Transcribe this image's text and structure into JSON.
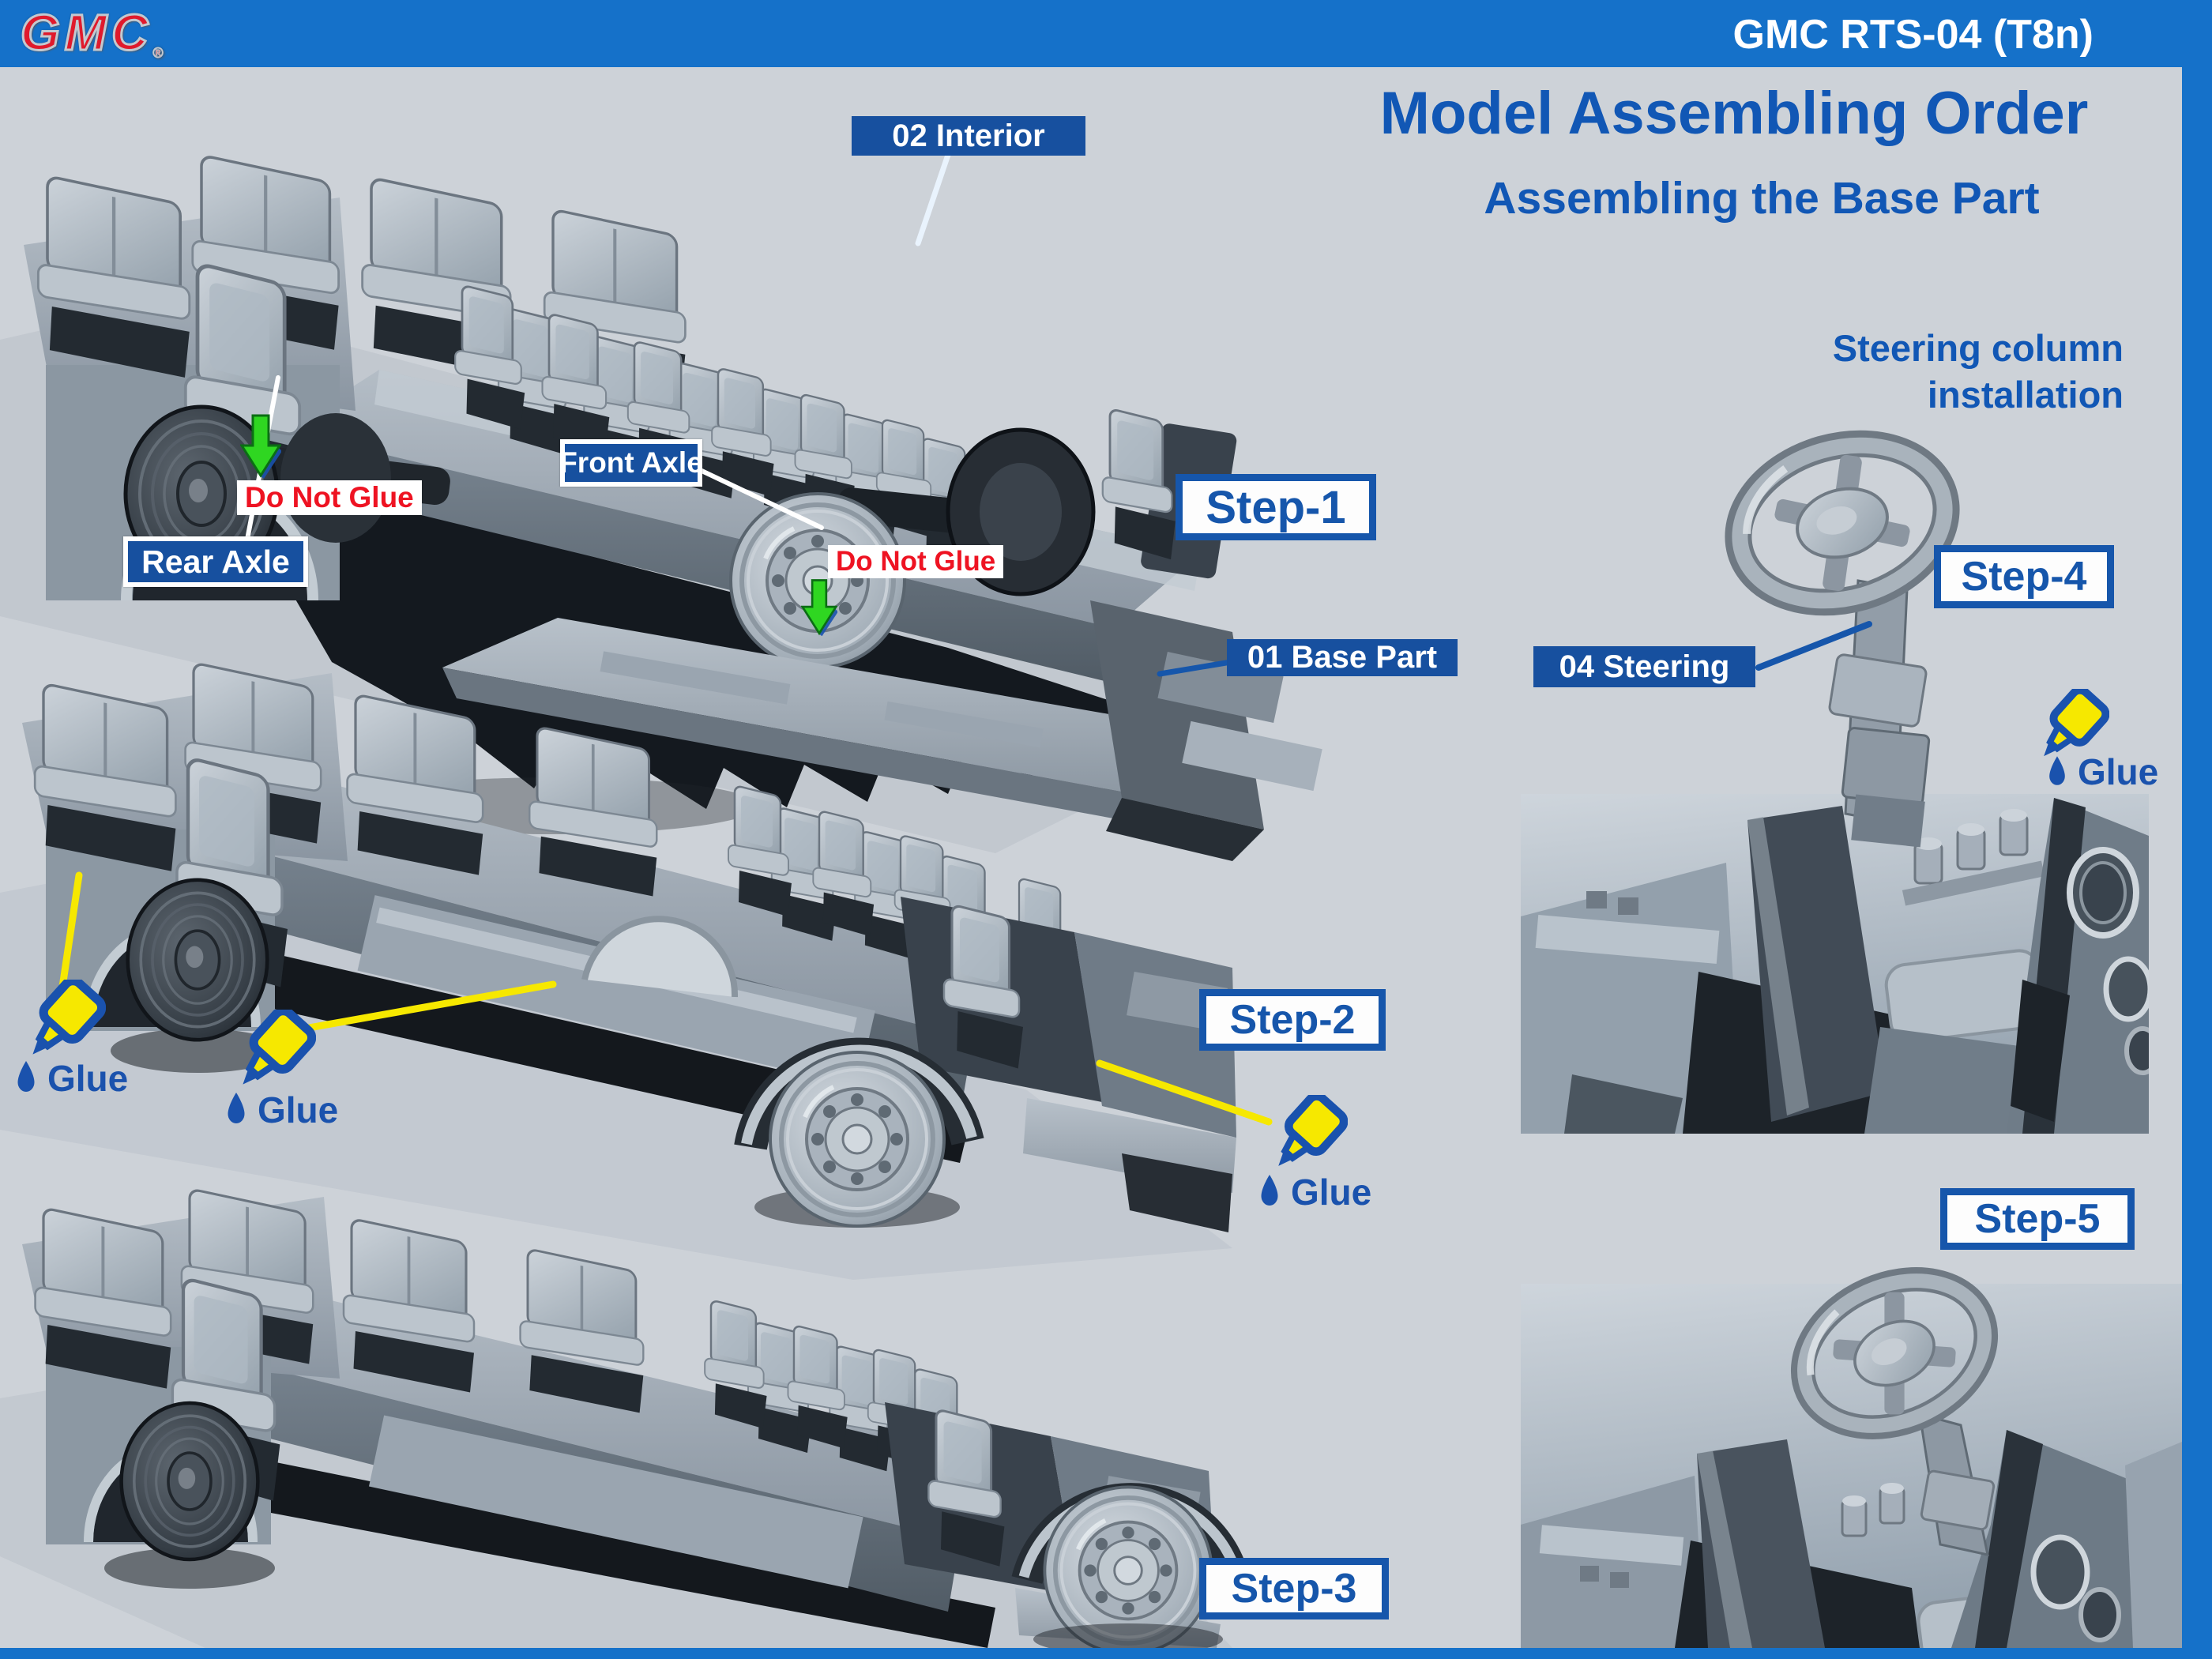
{
  "header": {
    "brand": "GMC",
    "registered": "®",
    "model_title": "GMC RTS-04 (T8n)"
  },
  "titles": {
    "main": "Model Assembling Order",
    "subtitle": "Assembling the Base Part",
    "steering_note_line1": "Steering column",
    "steering_note_line2": "installation"
  },
  "step_labels": {
    "step1": "Step-1",
    "step2": "Step-2",
    "step3": "Step-3",
    "step4": "Step-4",
    "step5": "Step-5"
  },
  "part_labels": {
    "interior": "02 Interior",
    "front_axle": "Front Axle",
    "rear_axle": "Rear Axle",
    "base_part": "01 Base Part",
    "steering": "04 Steering"
  },
  "annotations": {
    "do_not_glue": "Do Not Glue",
    "glue": "Glue"
  },
  "icons": {
    "glue_bottle": "glue-bottle-icon",
    "glue_drop": "glue-drop-icon",
    "green_arrow": "down-arrow-icon"
  },
  "colors": {
    "frame_blue": "#1571c9",
    "label_blue": "#17509f",
    "title_blue": "#1157b5",
    "step_blue": "#1656ab",
    "warning_red": "#ee1322",
    "glue_yellow": "#f6e800",
    "glue_blue": "#1a52ad",
    "arrow_green": "#2fd621",
    "logo_red": "#e01a2c",
    "page_bg": "#cdd2d8"
  }
}
